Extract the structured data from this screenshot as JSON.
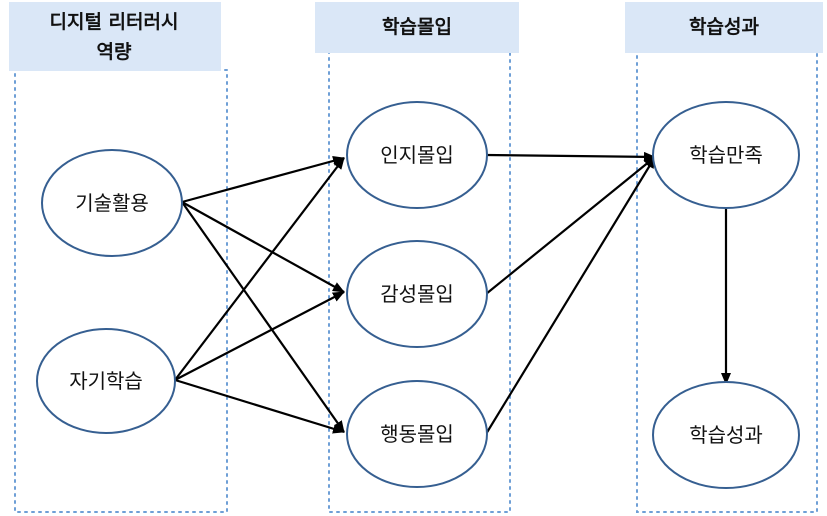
{
  "columns": [
    {
      "id": "digital-literacy",
      "title_lines": [
        "디지털 리터러시",
        "역량"
      ]
    },
    {
      "id": "learning-flow",
      "title_lines": [
        "학습몰입"
      ]
    },
    {
      "id": "learning-outcome",
      "title_lines": [
        "학습성과"
      ]
    }
  ],
  "nodes": {
    "tech_use": "기술활용",
    "self_learning": "자기학습",
    "cognitive_flow": "인지몰입",
    "emotional_flow": "감성몰입",
    "behavioral_flow": "행동몰입",
    "learning_satisfaction": "학습만족",
    "learning_outcome": "학습성과"
  },
  "edges": [
    {
      "from": "tech_use",
      "to": "cognitive_flow"
    },
    {
      "from": "tech_use",
      "to": "emotional_flow"
    },
    {
      "from": "tech_use",
      "to": "behavioral_flow"
    },
    {
      "from": "self_learning",
      "to": "cognitive_flow"
    },
    {
      "from": "self_learning",
      "to": "emotional_flow"
    },
    {
      "from": "self_learning",
      "to": "behavioral_flow"
    },
    {
      "from": "cognitive_flow",
      "to": "learning_satisfaction"
    },
    {
      "from": "emotional_flow",
      "to": "learning_satisfaction"
    },
    {
      "from": "behavioral_flow",
      "to": "learning_satisfaction"
    },
    {
      "from": "learning_satisfaction",
      "to": "learning_outcome"
    }
  ],
  "colors": {
    "header_fill": "#dae7f7",
    "frame_stroke": "#6e9fd6",
    "node_stroke": "#365f91",
    "arrow": "#000000"
  }
}
